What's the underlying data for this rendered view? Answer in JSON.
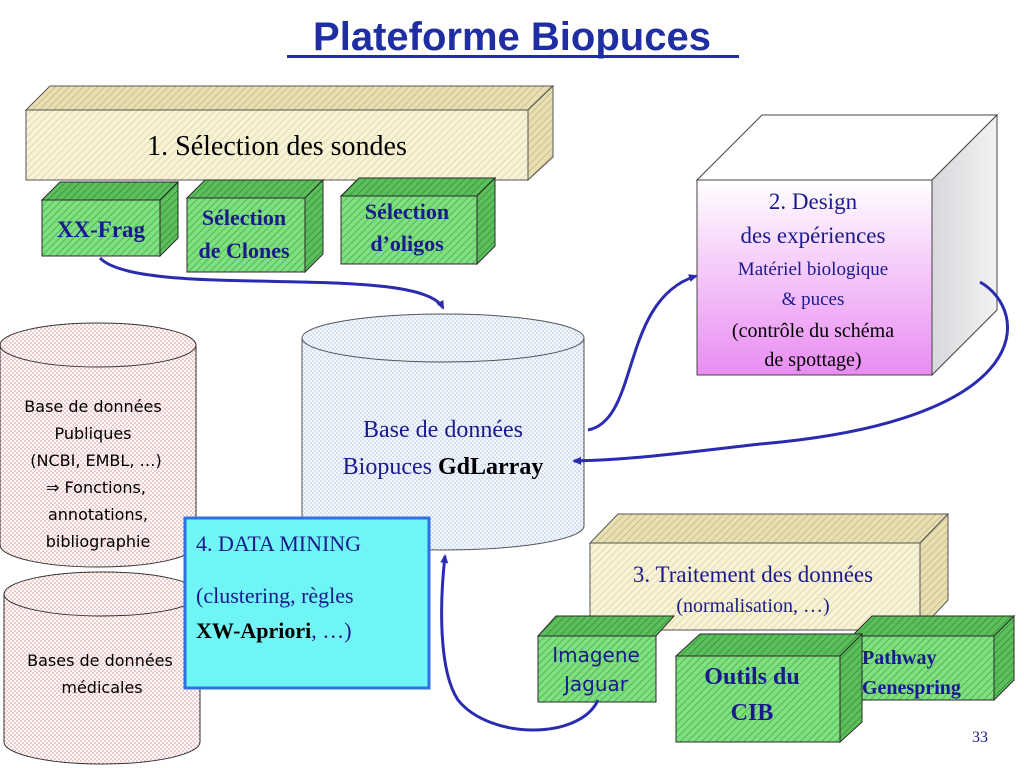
{
  "title": "Plateforme Biopuces",
  "page_number": "33",
  "step1": {
    "label": "1. Sélection des sondes"
  },
  "probes": [
    {
      "lines": [
        "XX-Frag"
      ]
    },
    {
      "lines": [
        "Sélection",
        "de Clones"
      ]
    },
    {
      "lines": [
        "Sélection",
        "d’oligos"
      ]
    }
  ],
  "central_db": {
    "line1": "Base de données",
    "line2a": "Biopuces",
    "line2b": "GdLarray"
  },
  "step2": {
    "line1": "2. Design",
    "line2": "des expériences",
    "line3": "Matériel biologique",
    "line4": "& puces",
    "line5": "(contrôle du schéma",
    "line6": "de spottage)"
  },
  "public_db": {
    "lines": [
      "Base de données",
      "Publiques",
      "(NCBI, EMBL, …)",
      "⇒ Fonctions,",
      "annotations,",
      "bibliographie"
    ]
  },
  "medical_db": {
    "lines": [
      "Bases de données",
      "médicales"
    ]
  },
  "step4": {
    "line1": "4. DATA MINING",
    "line2": "(clustering, règles",
    "line3a": "XW-Apriori",
    "line3b": ", …)"
  },
  "step3": {
    "line1": "3. Traitement des données",
    "line2": "(normalisation, …)"
  },
  "tools": {
    "imagene": [
      "Imagene",
      "Jaguar"
    ],
    "cib": [
      "Outils du",
      "CIB"
    ],
    "pathway": [
      "Pathway",
      "Genespring"
    ]
  },
  "colors": {
    "title": "#1f2fa3",
    "navy_text": "#1a1a8c",
    "arrow": "#2b2bb0",
    "beige": "#f7f1cf",
    "green": "#6fcf6f",
    "cyan": "#6ff5f5",
    "pink": "#e890f0"
  }
}
